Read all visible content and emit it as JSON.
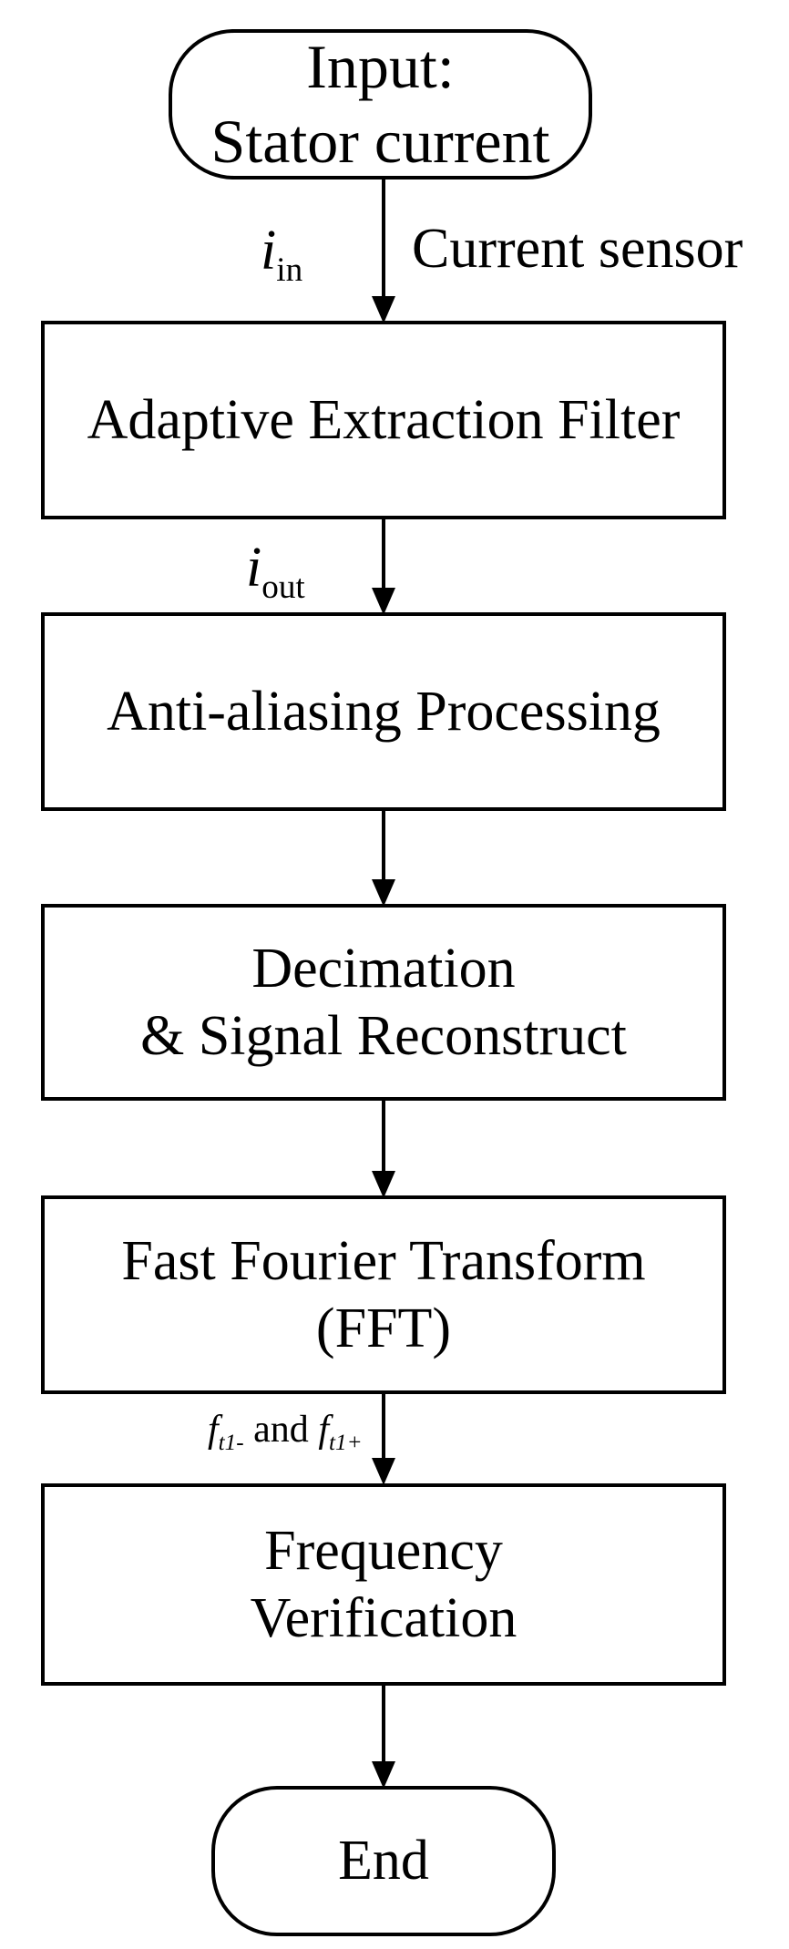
{
  "nodes": {
    "input": {
      "line1": "Input:",
      "line2": "Stator current"
    },
    "adaptive": {
      "line1": "Adaptive Extraction Filter"
    },
    "antialias": {
      "line1": "Anti-aliasing Processing"
    },
    "decimation": {
      "line1": "Decimation",
      "line2": "& Signal Reconstruct"
    },
    "fft": {
      "line1": "Fast Fourier Transform",
      "line2": "(FFT)"
    },
    "freq": {
      "line1": "Frequency",
      "line2": "Verification"
    },
    "end": {
      "line1": "End"
    }
  },
  "edges": {
    "e1": {
      "var": "i",
      "sub": "in",
      "note": "Current sensor"
    },
    "e2": {
      "var": "i",
      "sub": "out"
    },
    "e5": {
      "f1": "f",
      "f1_sub": "t1-",
      "conj": "and",
      "f2": "f",
      "f2_sub": "t1+"
    }
  }
}
